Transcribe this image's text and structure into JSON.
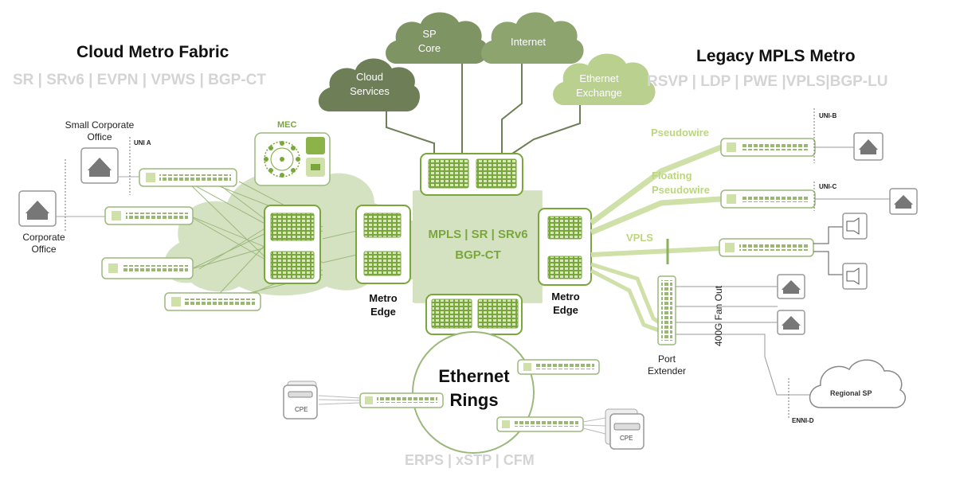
{
  "left": {
    "title": "Cloud Metro Fabric",
    "protocols": "SR | SRv6 | EVPN | VPWS | BGP-CT"
  },
  "right": {
    "title": "Legacy MPLS Metro",
    "protocols": "RSVP | LDP | PWE |VPLS|BGP-LU"
  },
  "clouds": {
    "cloud_services": "Cloud\nServices",
    "sp_core": "SP\nCore",
    "internet": "Internet",
    "ethernet_exchange": "Ethernet\nExchange",
    "regional_sp": "Regional SP"
  },
  "center": {
    "line1": "MPLS | SR | SRv6",
    "line2": "BGP-CT"
  },
  "mec": "MEC",
  "metro_edge_left": "Metro\nEdge",
  "metro_edge_right": "Metro\nEdge",
  "rings": {
    "title": "Ethernet\nRings",
    "protocols": "ERPS | xSTP | CFM"
  },
  "sites": {
    "small_corporate_office": "Small Corporate\nOffice",
    "corporate_office": "Corporate\nOffice"
  },
  "uni": {
    "a": "UNI A",
    "b": "UNI-B",
    "c": "UNI-C",
    "enni_d": "ENNI-D"
  },
  "services": {
    "pseudowire": "Pseudowire",
    "floating_pseudowire": "Floating\nPseudowire",
    "vpls": "VPLS"
  },
  "port_extender": "Port\nExtender",
  "fan_out": "400G Fan Out",
  "cpe_label": "CPE",
  "colors": {
    "accent_green": "#7aa73b",
    "light_green": "#cfe0a8",
    "fill_green": "#d5e2c2",
    "dark_cloud": "#6e7f57",
    "subtitle_gray": "#d4d4d4"
  }
}
